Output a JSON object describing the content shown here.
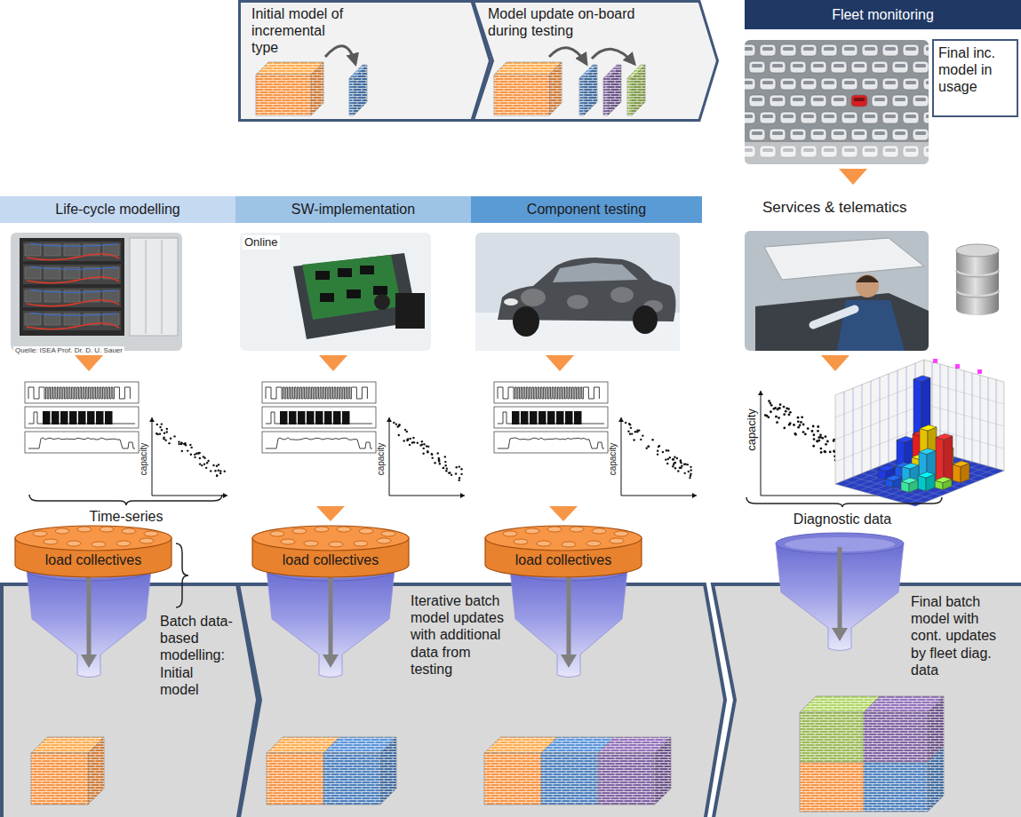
{
  "diagram": {
    "nodes": [
      {
        "text": [
          "Initial model of incremental type"
        ]
      },
      {
        "text": [
          "Model update on-board during testing"
        ]
      },
      {
        "text": [
          "Fleet monitoring"
        ]
      },
      {
        "text": [
          "Final inc. model in usage"
        ]
      },
      {
        "text": [
          "Life-cycle modelling"
        ]
      },
      {
        "text": [
          "SW-implementation"
        ]
      },
      {
        "text": [
          "Component testing"
        ]
      },
      {
        "text": [
          "load collectives"
        ]
      },
      {
        "text": [
          "load collectives"
        ]
      },
      {
        "text": [
          "load collectives"
        ]
      },
      {
        "text": [
          "Batch data-based modelling: Initial model"
        ]
      },
      {
        "text": [
          "Iterative batch model updates with additional data from testing"
        ]
      },
      {
        "text": [
          "Final batch model with cont. updates by fleet diag. data"
        ]
      }
    ],
    "labels": [
      "Services & telematics",
      "Quelle: ISEA Prof. Dr. D. U. Sauer",
      "Online",
      "capacity",
      "capacity",
      "capacity",
      "Time-series",
      "capacity",
      "Diagnostic data"
    ]
  }
}
